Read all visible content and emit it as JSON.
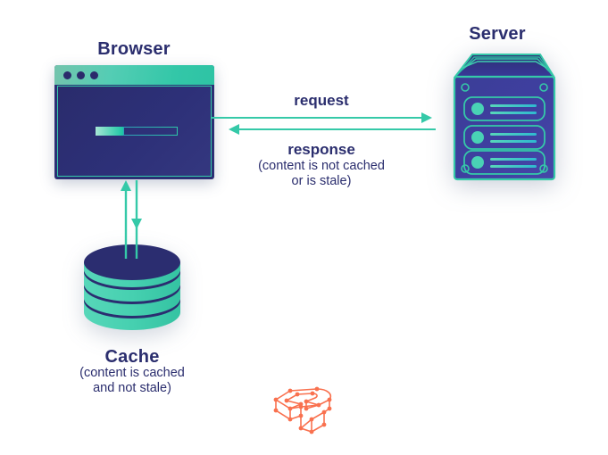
{
  "diagram": {
    "title_browser": "Browser",
    "title_server": "Server",
    "title_cache": "Cache",
    "cache_subtitle": "(content is cached\nand not stale)",
    "cache_subtitle_line1": "(content is cached",
    "cache_subtitle_line2": "and not stale)",
    "request_label": "request",
    "response_label": "response",
    "response_sub_line1": "(content is not cached",
    "response_sub_line2": "or is stale)"
  },
  "colors": {
    "navy": "#2b2e6e",
    "navy_fill": "#2c2f75",
    "teal": "#35c9a8",
    "teal_light": "#6fd9bf",
    "teal_bright": "#2ec4a6",
    "background": "#ffffff",
    "logo_orange": "#f9714f"
  },
  "icons": {
    "browser_dots": [
      "dot-1",
      "dot-2",
      "dot-3"
    ],
    "server_bays": 3,
    "server_screws": 4,
    "cache_layers": 3
  }
}
